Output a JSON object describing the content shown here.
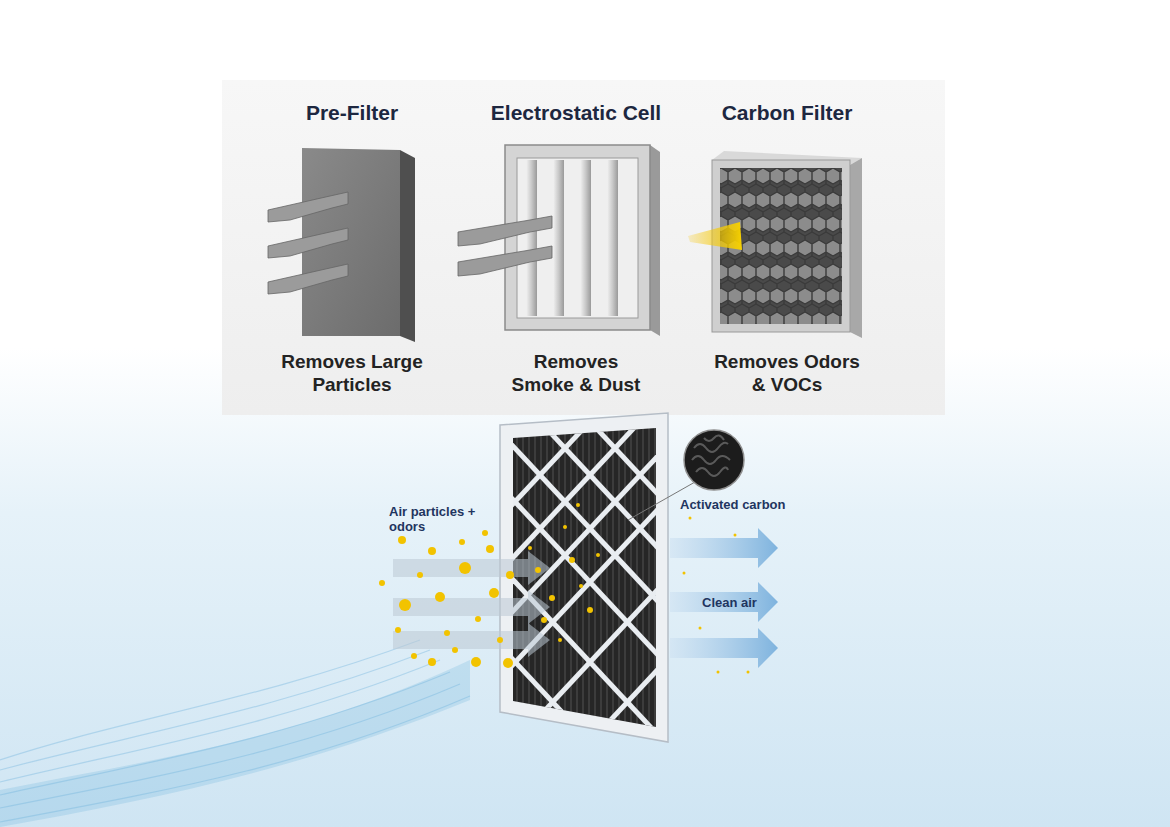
{
  "diagram": {
    "nodes": [
      {
        "text": [
          "Pre-Filter",
          "Removes Large Particles"
        ]
      },
      {
        "text": [
          "Electrostatic Cell",
          "Removes Smoke & Dust"
        ]
      },
      {
        "text": [
          "Carbon Filter",
          "Removes Odors & VOCs"
        ]
      }
    ],
    "labels": [
      "Air particles + odors",
      "Activated carbon",
      "Clean air"
    ]
  }
}
